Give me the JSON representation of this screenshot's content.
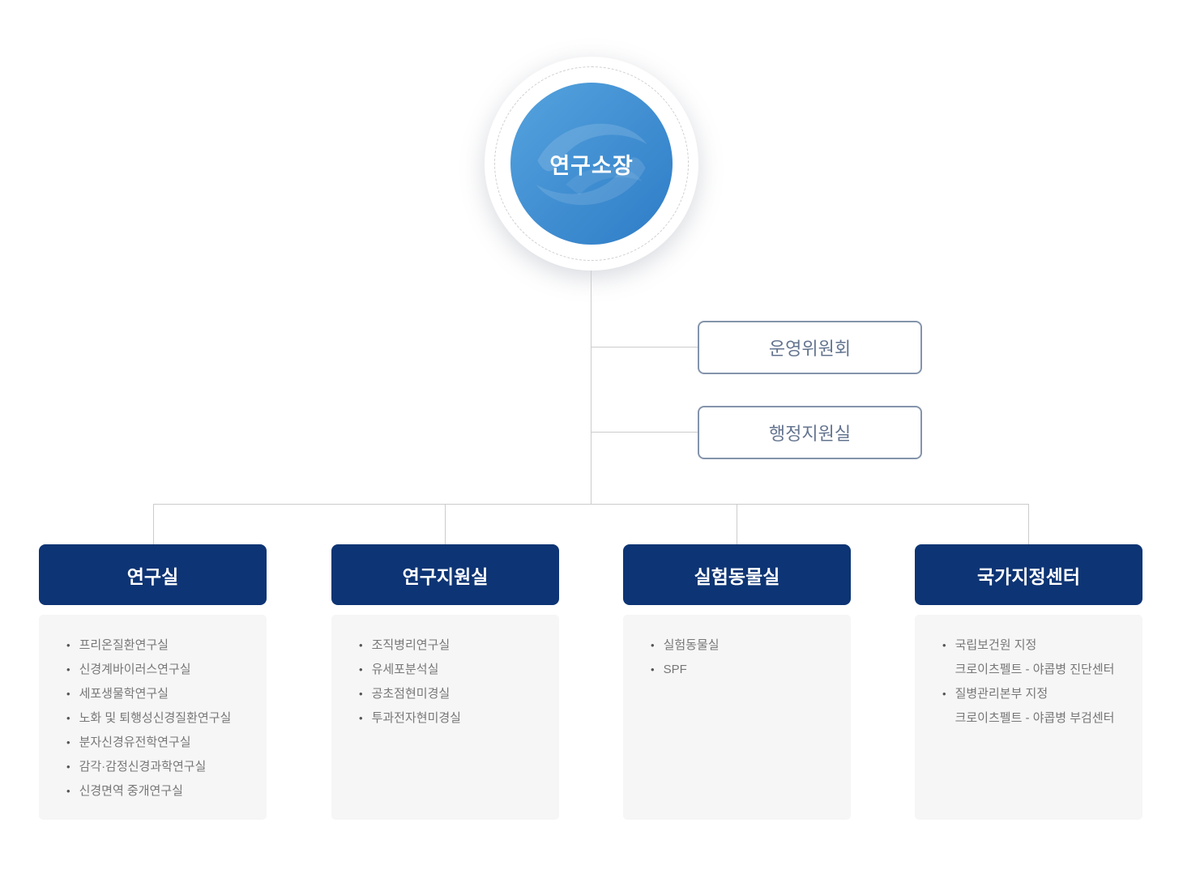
{
  "root": {
    "label": "연구소장"
  },
  "side_boxes": [
    {
      "label": "운영위원회"
    },
    {
      "label": "행정지원실"
    }
  ],
  "departments": [
    {
      "title": "연구실",
      "items": [
        {
          "text": "프리온질환연구실"
        },
        {
          "text": "신경계바이러스연구실"
        },
        {
          "text": "세포생물학연구실"
        },
        {
          "text": "노화 및 퇴행성신경질환연구실"
        },
        {
          "text": "분자신경유전학연구실"
        },
        {
          "text": "감각·감정신경과학연구실"
        },
        {
          "text": "신경면역 중개연구실"
        }
      ]
    },
    {
      "title": "연구지원실",
      "items": [
        {
          "text": "조직병리연구실"
        },
        {
          "text": "유세포분석실"
        },
        {
          "text": "공초점현미경실"
        },
        {
          "text": "투과전자현미경실"
        }
      ]
    },
    {
      "title": "실험동물실",
      "items": [
        {
          "text": "실험동물실"
        },
        {
          "text": "SPF"
        }
      ]
    },
    {
      "title": "국가지정센터",
      "items": [
        {
          "text": "국립보건원 지정",
          "subtext": "크로이츠펠트 - 야콥병 진단센터"
        },
        {
          "text": "질병관리본부 지정",
          "subtext": "크로이츠펠트 - 야콥병 부검센터"
        }
      ]
    }
  ],
  "icons": {
    "watermark": "wave-swoosh-logo",
    "bullet": "•"
  },
  "colors": {
    "navy": "#0d3474",
    "circle_blue_light": "#55a3de",
    "circle_blue_dark": "#2e7cc6",
    "box_border": "#8494ab",
    "box_text": "#64748f",
    "panel_bg": "#f6f6f6",
    "list_text": "#777777",
    "connector": "#cccccc"
  }
}
